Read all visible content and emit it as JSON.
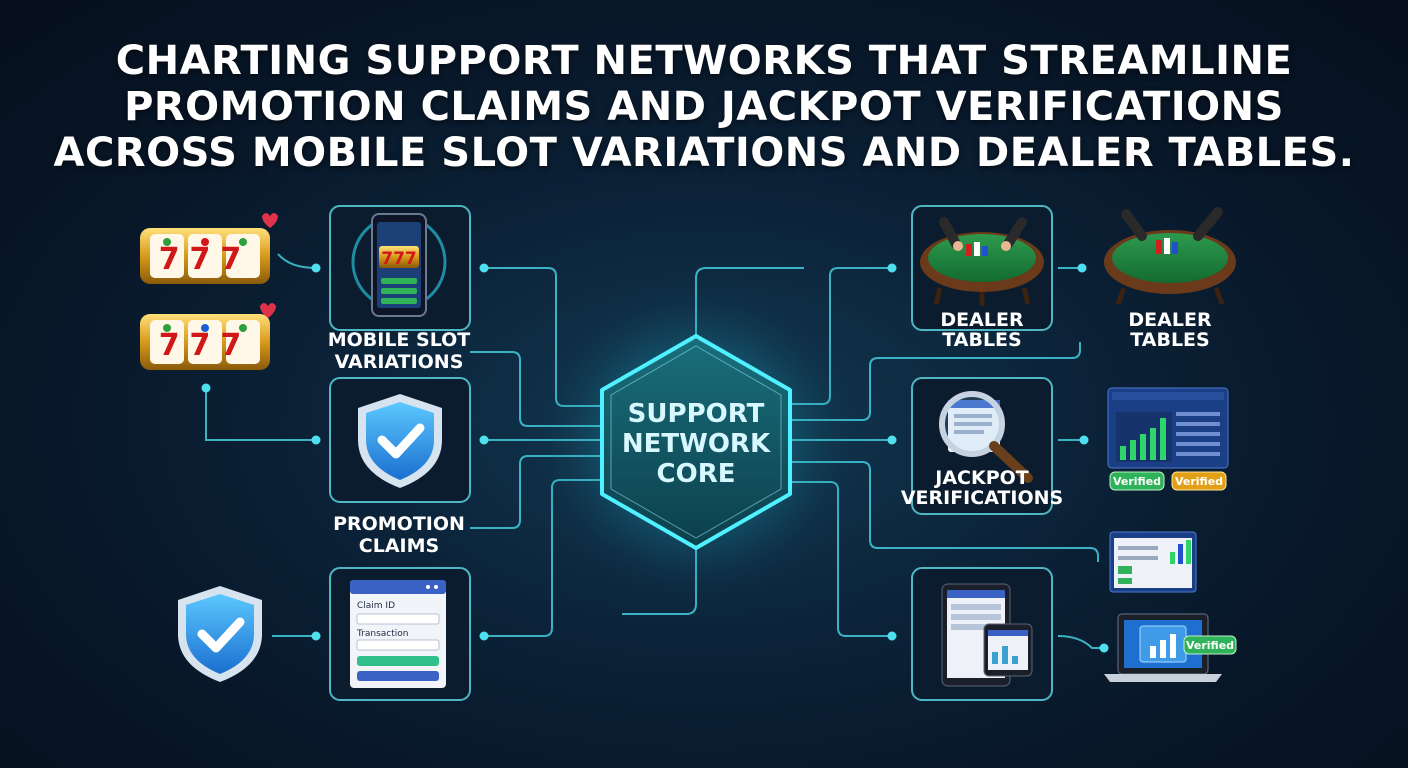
{
  "title_lines": [
    "CHARTING SUPPORT NETWORKS THAT STREAMLINE",
    "PROMOTION CLAIMS AND JACKPOT VERIFICATIONS",
    "ACROSS MOBILE SLOT VARIATIONS AND DEALER TABLES."
  ],
  "core": {
    "lines": [
      "SUPPORT",
      "NETWORK",
      "CORE"
    ]
  },
  "left_nodes": {
    "mobile_slot": {
      "lines": [
        "MOBILE SLOT",
        "VARIATIONS"
      ],
      "slot_digits": "777"
    },
    "promotion": {
      "lines": [
        "PROMOTION",
        "CLAIMS"
      ]
    },
    "claim_form": {
      "field1": "Claim ID",
      "field2": "Transaction"
    }
  },
  "left_icons": {
    "slot_digits": "777"
  },
  "right_nodes": {
    "dealer": {
      "lines": [
        "DEALER",
        "TABLES"
      ]
    },
    "dealer_outer": {
      "lines": [
        "DEALER",
        "TABLES"
      ]
    },
    "jackpot": {
      "lines": [
        "JACKPOT",
        "VERIFICATIONS"
      ]
    }
  },
  "badges": {
    "verified_green": "Verified",
    "verified_gold": "Verified",
    "verified_laptop": "Verified"
  },
  "colors": {
    "accent": "#3fd6e6",
    "node_border": "#4fb7c4",
    "core_fill": "#0f4f5c",
    "green": "#2fb35a",
    "gold": "#e2a016"
  }
}
